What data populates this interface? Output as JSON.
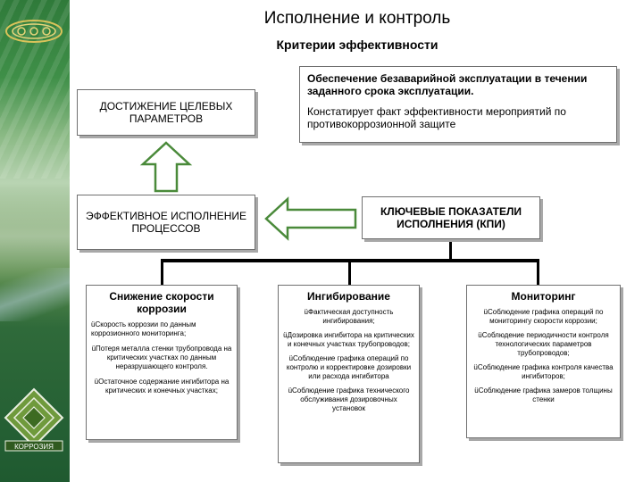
{
  "header": {
    "title": "Исполнение и контроль",
    "subtitle": "Критерии эффективности"
  },
  "logo_top": {
    "name": "company-logo-icon"
  },
  "logo_bottom": {
    "name": "corrosion-logo-icon",
    "text": "КОРРОЗИЯ"
  },
  "boxes": {
    "goal": "ДОСТИЖЕНИЕ ЦЕЛЕВЫХ ПАРАМЕТРОВ",
    "efficient": "ЭФФЕКТИВНОЕ ИСПОЛНЕНИЕ ПРОЦЕССОВ",
    "kpi": "КЛЮЧЕВЫЕ ПОКАЗАТЕЛИ ИСПОЛНЕНИЯ (КПИ)",
    "support_line1": "Обеспечение безаварийной эксплуатации в течении заданного срока эксплуатации.",
    "support_line2": "Констатирует факт эффективности мероприятий по противокоррозионной защите"
  },
  "columns": [
    {
      "title": "Снижение скорости коррозии",
      "items": [
        "üСкорость коррозии по данным коррозионного мониторинга;",
        "üПотеря металла стенки трубопровода на критических участках по данным неразрушающего контроля.",
        "üОстаточное содержание ингибитора на критических и конечных участках;"
      ]
    },
    {
      "title": "Ингибирование",
      "items": [
        "üФактическая доступность ингибирования;",
        "üДозировка ингибитора на критических и конечных участках трубопроводов;",
        "üСоблюдение графика операций по контролю и корректировке дозировки или расхода ингибитора",
        "üСоблюдение графика технического обслуживания дозировочных установок"
      ]
    },
    {
      "title": "Мониторинг",
      "items": [
        "üСоблюдение графика операций по мониторингу скорости коррозии;",
        "üСоблюдение периодичности контроля технологических параметров трубопроводов;",
        "üСоблюдение графика контроля качества ингибиторов;",
        "üСоблюдение графика замеров толщины стенки"
      ]
    }
  ]
}
